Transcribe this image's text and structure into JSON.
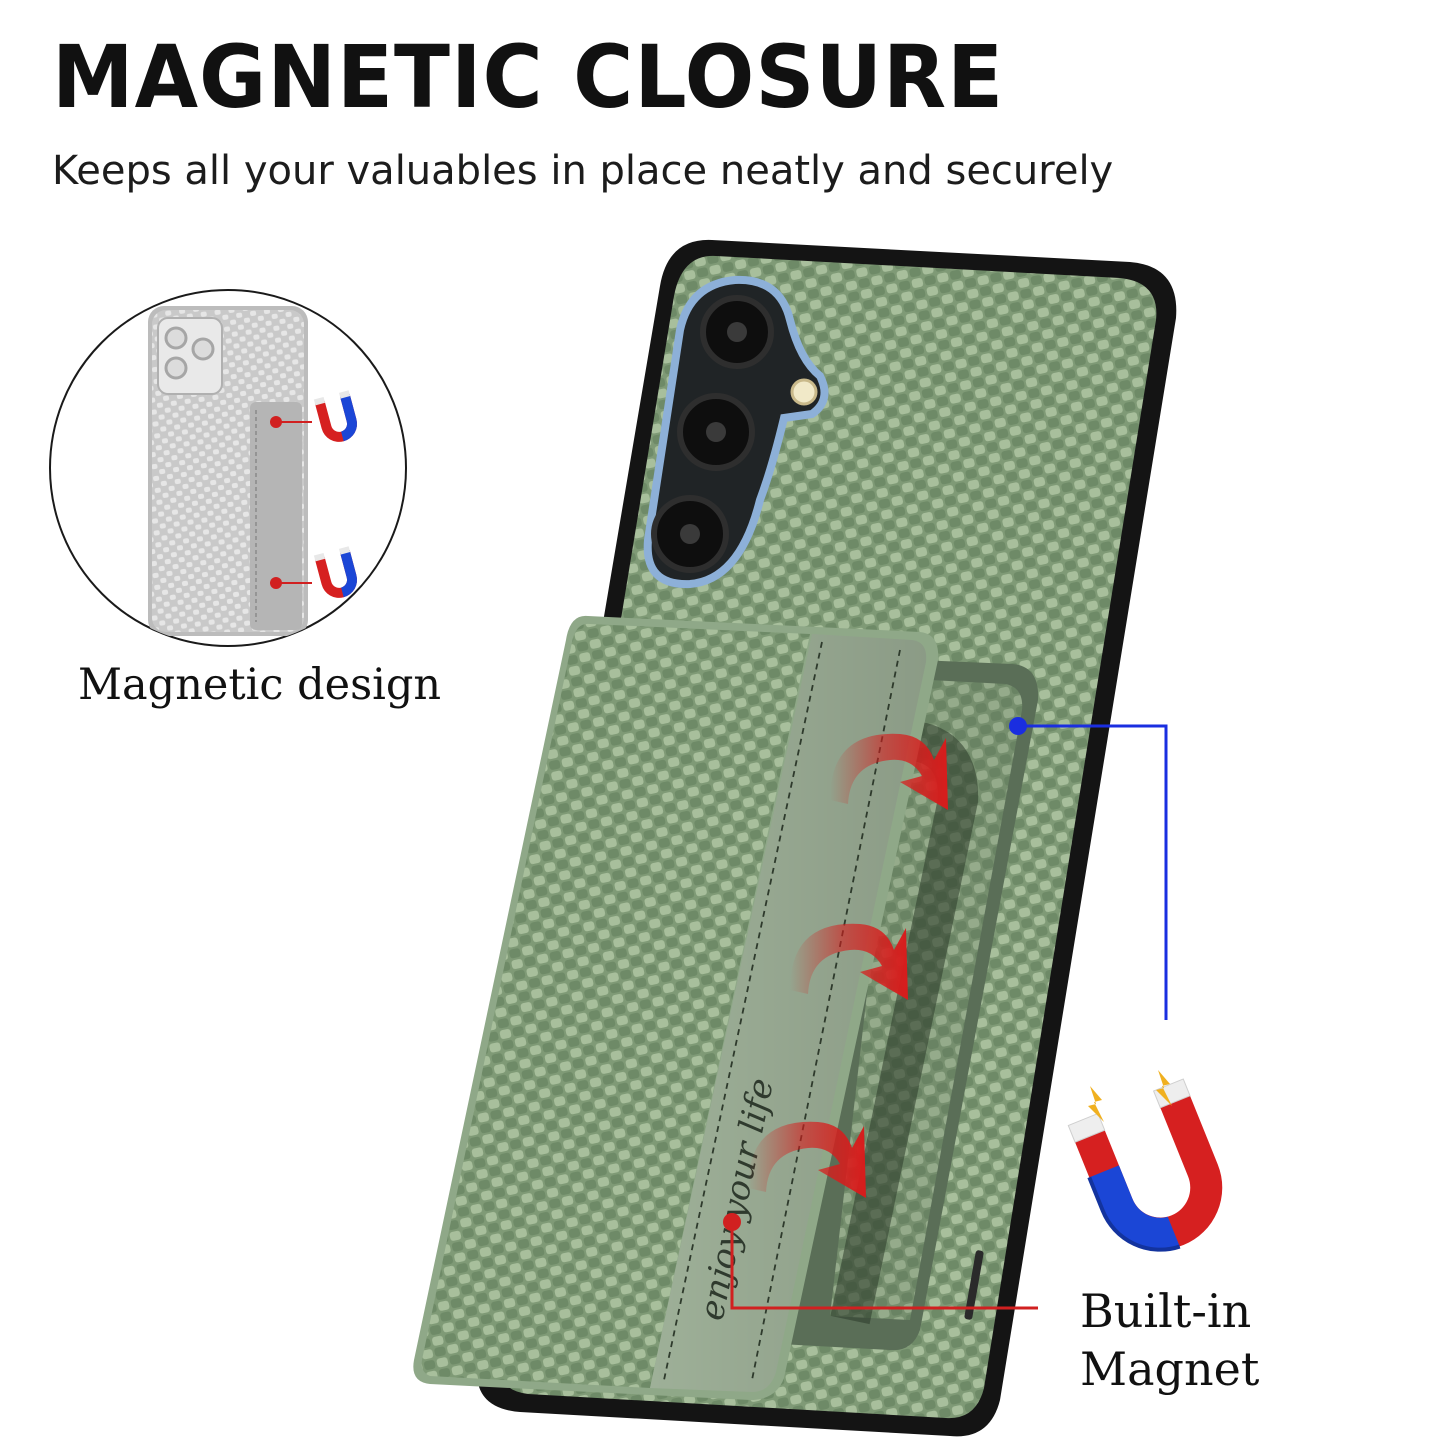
{
  "header": {
    "title": "MAGNETIC CLOSURE",
    "subtitle": "Keeps all your valuables in place neatly and securely"
  },
  "inset": {
    "caption": "Magnetic design"
  },
  "callout": {
    "line1": "Built-in",
    "line2": "Magnet"
  },
  "card_flap": {
    "slogan": "enjoy your life"
  },
  "colors": {
    "case_green": "#8fa884",
    "case_rim": "#141414",
    "arrow_red": "#d81c1c",
    "callout_blue": "#1a2ee0",
    "callout_red": "#d12020",
    "magnet_red": "#d62020",
    "magnet_blue": "#1b46d6",
    "camera_ring": "#8db0d8"
  },
  "icons": [
    "magnet-icon",
    "spark-icon",
    "curved-arrow-icon",
    "camera-lens-icon"
  ]
}
